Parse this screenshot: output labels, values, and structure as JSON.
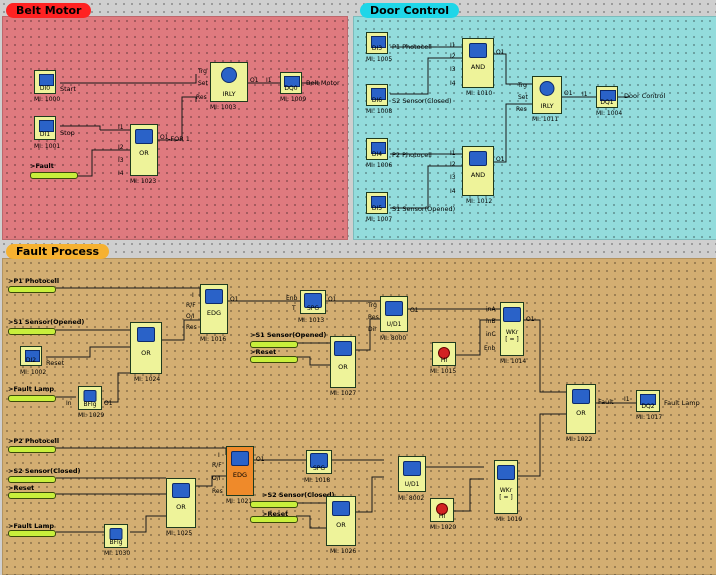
{
  "zones": {
    "belt": {
      "title": "Belt Motor",
      "color": "#e35d64",
      "title_bg": "#ff2020"
    },
    "door": {
      "title": "Door Control",
      "color": "#8fd9d9",
      "title_bg": "#19d2e6"
    },
    "fault": {
      "title": "Fault Process",
      "color": "#d2ac6e",
      "title_bg": "#f7b232"
    }
  },
  "belt": {
    "di0": {
      "name": "DI0",
      "mi": "MI: 1000",
      "tag": "Start"
    },
    "di1": {
      "name": "DI1",
      "mi": "MI: 1001",
      "tag": "Stop"
    },
    "fault_signal": ">Fault",
    "or": {
      "name": "OR",
      "mi": "MI: 1023",
      "pins": [
        "I1",
        "I2",
        "I3",
        "I4",
        "O1"
      ],
      "out_tag": "-FOR 1"
    },
    "irly": {
      "name": "IRLY",
      "mi": "MI: 1003",
      "pins": [
        "Trg",
        "Set",
        "Res",
        "O1"
      ]
    },
    "dq0": {
      "name": "DQ0",
      "mi": "MI: 1009",
      "in": "I1",
      "tag": "Belt Motor"
    }
  },
  "door": {
    "di3": {
      "name": "DI3",
      "mi": "MI: 1005",
      "tag": "P1 Photocell"
    },
    "di6": {
      "name": "DI6",
      "mi": "MI: 1008",
      "tag": "S2 Sensor(Closed)"
    },
    "di4": {
      "name": "DI4",
      "mi": "MI: 1006",
      "tag": "P2 Photocell"
    },
    "di5": {
      "name": "DI5",
      "mi": "MI: 1007",
      "tag": "S1 Sensor(Opened)"
    },
    "and1": {
      "name": "AND",
      "mi": "MI: 1010",
      "pins": [
        "I1",
        "I2",
        "I3",
        "I4",
        "O1"
      ]
    },
    "and2": {
      "name": "AND",
      "mi": "MI: 1012",
      "pins": [
        "I1",
        "I2",
        "I3",
        "I4",
        "O1"
      ]
    },
    "irly": {
      "name": "IRLY",
      "mi": "MI: 1011",
      "pins": [
        "Trg",
        "Set",
        "Res",
        "O1"
      ]
    },
    "dq1": {
      "name": "DQ1",
      "mi": "MI: 1004",
      "in": "I1",
      "tag": "Door Control"
    }
  },
  "fault": {
    "sig_p1": ">P1 Photocell",
    "sig_s1": ">S1 Sensor(Opened)",
    "sig_fl1": ">Fault Lamp",
    "sig_s1b": ">S1 Sensor(Opened)",
    "sig_reset1": ">Reset",
    "di2": {
      "name": "DI2",
      "mi": "MI: 1002",
      "tag": "Reset"
    },
    "or1024": {
      "name": "OR",
      "mi": "MI: 1024"
    },
    "bflg1": {
      "name": "BFlg",
      "mi": "MI: 1029",
      "pins": [
        "In",
        "O1"
      ]
    },
    "edg1": {
      "name": "EDG",
      "mi": "MI: 1016",
      "pins": [
        "I",
        "R/F",
        "O/I",
        "Res",
        "O1"
      ]
    },
    "spg1": {
      "name": "SPG",
      "mi": "MI: 1013",
      "pins": [
        "Enb",
        "T",
        "O1"
      ]
    },
    "or1027": {
      "name": "OR",
      "mi": "MI: 1027"
    },
    "udi1": {
      "name": "U/D1",
      "mi": "MI: 8000",
      "pins": [
        "Trg",
        "Res",
        "Dir",
        "O1"
      ]
    },
    "hi1": {
      "name": "HI",
      "mi": "MI: 1015"
    },
    "wkr1": {
      "name": "WKr",
      "sub": "[ = ]",
      "mi": "MI: 1014",
      "pins": [
        "inA",
        "inB",
        "inC",
        "Enb",
        "O1"
      ]
    },
    "or1022": {
      "name": "OR",
      "mi": "MI: 1022",
      "out_tag": "Fault"
    },
    "dq2": {
      "name": "DQ2",
      "mi": "MI: 1017",
      "in": "I1",
      "tag": "Fault Lamp"
    },
    "sig_p2": ">P2 Photocell",
    "sig_s2": ">S2 Sensor(Closed)",
    "sig_reset2": ">Reset",
    "sig_fl2": ">Fault Lamp",
    "sig_s2b": ">S2 Sensor(Closed)",
    "sig_reset3": ">Reset",
    "edg2": {
      "name": "EDG",
      "mi": "MI: 1021"
    },
    "or1025": {
      "name": "OR",
      "mi": "MI: 1025"
    },
    "bflg2": {
      "name": "BFlg",
      "mi": "MI: 1030"
    },
    "spg2": {
      "name": "SPG",
      "mi": "MI: 1018"
    },
    "or1026": {
      "name": "OR",
      "mi": "MI: 1026"
    },
    "udi2": {
      "name": "U/D1",
      "mi": "MI: 8002"
    },
    "hi2": {
      "name": "HI",
      "mi": "MI: 1020"
    },
    "wkr2": {
      "name": "WKr",
      "sub": "[ = ]",
      "mi": "MI: 1019"
    }
  }
}
